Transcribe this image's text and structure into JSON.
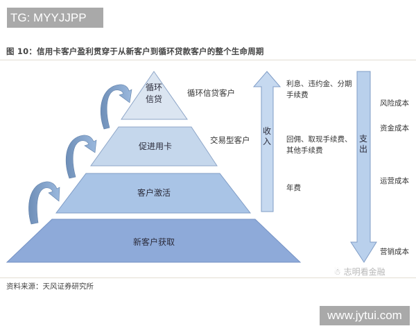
{
  "watermarks": {
    "top": "TG: MYYJJPP",
    "bottom": "www.jytui.com"
  },
  "figure": {
    "title": "图 10：信用卡客户盈利贯穿于从新客户到循环贷款客户的整个生命周期",
    "source": "资料来源：天风证券研究所",
    "wechat_mark": "志明看金融"
  },
  "pyramid": {
    "tiers": [
      {
        "label_line1": "循环",
        "label_line2": "信贷",
        "side_label": "循环信贷客户",
        "fill": "#dbe5f1"
      },
      {
        "label": "促进用卡",
        "side_label": "交易型客户",
        "fill": "#c5d7ec"
      },
      {
        "label": "客户激活",
        "fill": "#a9c4e6"
      },
      {
        "label": "新客户获取",
        "fill": "#8eaad9"
      }
    ],
    "curved_arrow_color": "#7f9fc6"
  },
  "income": {
    "label_line1": "收",
    "label_line2": "入",
    "arrow_fill": "#c6d9f0",
    "items": [
      {
        "line1": "利息、违约金、分期",
        "line2": "手续费"
      },
      {
        "line1": "回佣、取现手续费、",
        "line2": "其他手续费"
      },
      {
        "line1": "年费"
      }
    ]
  },
  "expense": {
    "label_line1": "支",
    "label_line2": "出",
    "arrow_fill": "#b9d0ec",
    "items": [
      "风险成本",
      "资金成本",
      "运营成本",
      "营销成本"
    ]
  }
}
